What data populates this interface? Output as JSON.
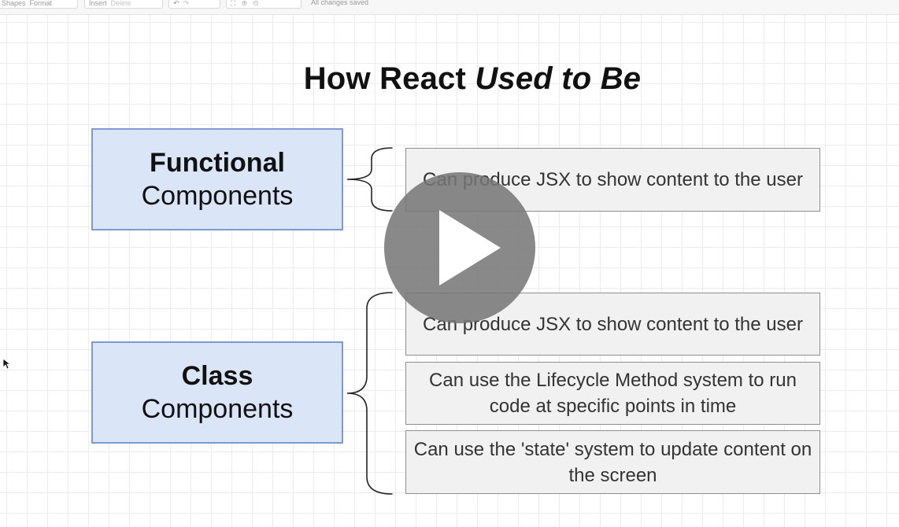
{
  "toolbar": {
    "tabs": [
      "Shapes",
      "Format"
    ],
    "insert_label": "Insert",
    "delete_label": "Delete",
    "status": "All changes saved"
  },
  "diagram": {
    "title_plain": "How React ",
    "title_italic": "Used to Be",
    "functional": {
      "bold": "Functional",
      "rest": "Components",
      "capabilities": [
        "Can produce JSX to show content to the user"
      ]
    },
    "class": {
      "bold": "Class",
      "rest": "Components",
      "capabilities": [
        "Can produce JSX to show content to the user",
        "Can use the Lifecycle Method system to run code at specific points in time",
        "Can use the 'state' system to update content on the screen"
      ]
    }
  },
  "colors": {
    "component_fill": "#dae6f8",
    "component_border": "#7d9bcf",
    "capability_fill": "#f1f1f1",
    "capability_border": "#8f8f8f"
  },
  "icons": [
    "play-icon",
    "cursor-icon",
    "undo-icon",
    "redo-icon",
    "fullscreen-icon",
    "zoom-in-icon",
    "zoom-out-icon"
  ]
}
